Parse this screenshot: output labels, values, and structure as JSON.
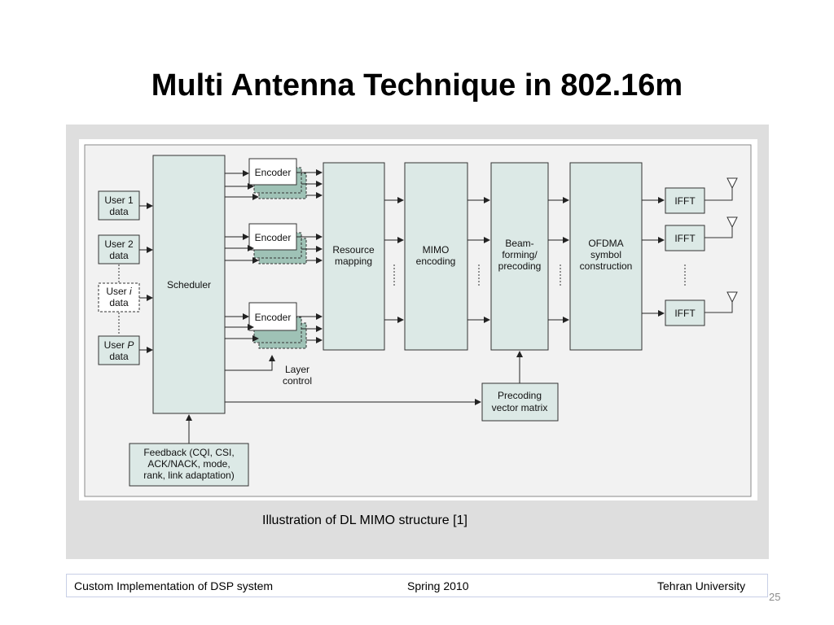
{
  "slide": {
    "title": "Multi Antenna Technique in 802.16m",
    "caption": "Illustration of DL MIMO structure [1]",
    "number": "25"
  },
  "footer": {
    "left": "Custom Implementation of DSP system",
    "center": "Spring 2010",
    "right": "Tehran University"
  },
  "diagram": {
    "users": [
      {
        "line1": "User 1",
        "line2": "data"
      },
      {
        "line1": "User 2",
        "line2": "data"
      },
      {
        "line1": "User i",
        "line2": "data"
      },
      {
        "line1": "User P",
        "line2": "data"
      }
    ],
    "scheduler": "Scheduler",
    "encoder": "Encoder",
    "layer_control": {
      "line1": "Layer",
      "line2": "control"
    },
    "resource_mapping": {
      "line1": "Resource",
      "line2": "mapping"
    },
    "mimo_encoding": {
      "line1": "MIMO",
      "line2": "encoding"
    },
    "beamforming": {
      "line1": "Beam-",
      "line2": "forming/",
      "line3": "precoding"
    },
    "ofdma": {
      "line1": "OFDMA",
      "line2": "symbol",
      "line3": "construction"
    },
    "ifft": "IFFT",
    "precoding_matrix": {
      "line1": "Precoding",
      "line2": "vector matrix"
    },
    "feedback": {
      "line1": "Feedback (CQI, CSI,",
      "line2": "ACK/NACK, mode,",
      "line3": "rank, link adaptation)"
    },
    "colors": {
      "box_fill": "#dce9e6",
      "shadow_fill": "#9fc2b6",
      "panel_bg": "#dedede",
      "inner_bg": "#f2f2f2"
    }
  }
}
